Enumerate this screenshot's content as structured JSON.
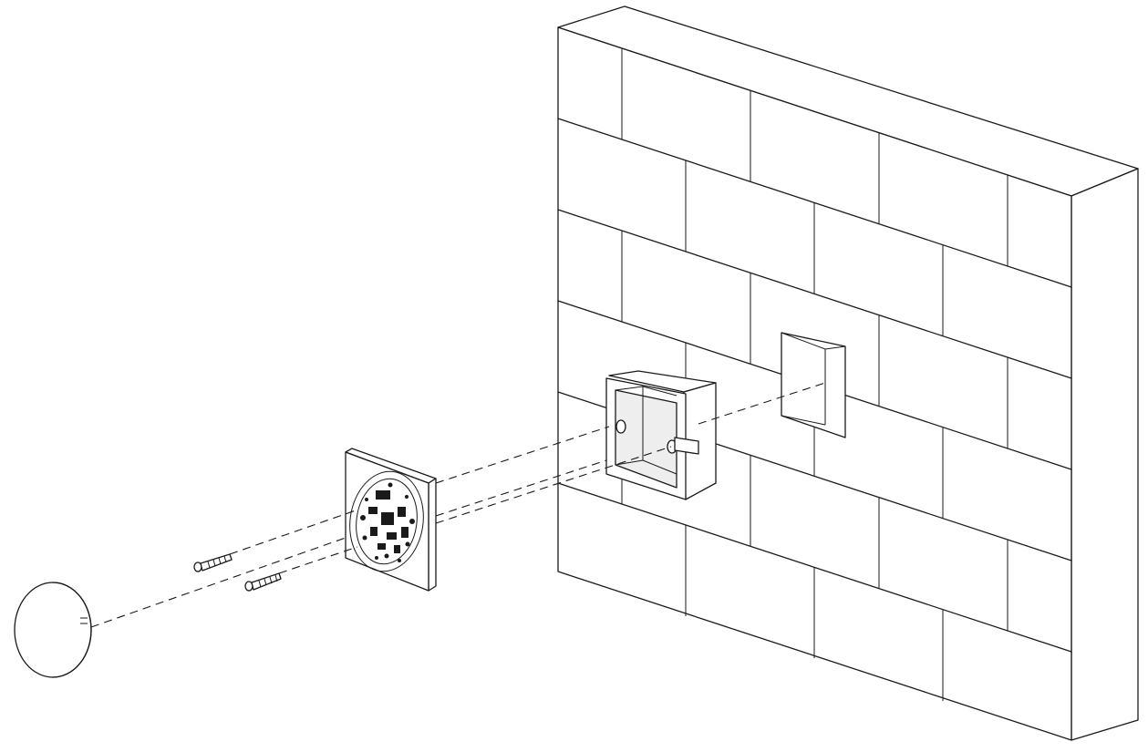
{
  "diagram": {
    "parts": [
      {
        "name": "brick-wall",
        "label": ""
      },
      {
        "name": "wall-cutout",
        "label": ""
      },
      {
        "name": "back-box",
        "label": ""
      },
      {
        "name": "thermostat-base",
        "label": ""
      },
      {
        "name": "screw",
        "label": ""
      },
      {
        "name": "screw",
        "label": ""
      },
      {
        "name": "cover-cap",
        "label": ""
      }
    ],
    "colors": {
      "line": "#1a1a1a",
      "background": "#ffffff",
      "shade": "#eeeeee"
    }
  }
}
